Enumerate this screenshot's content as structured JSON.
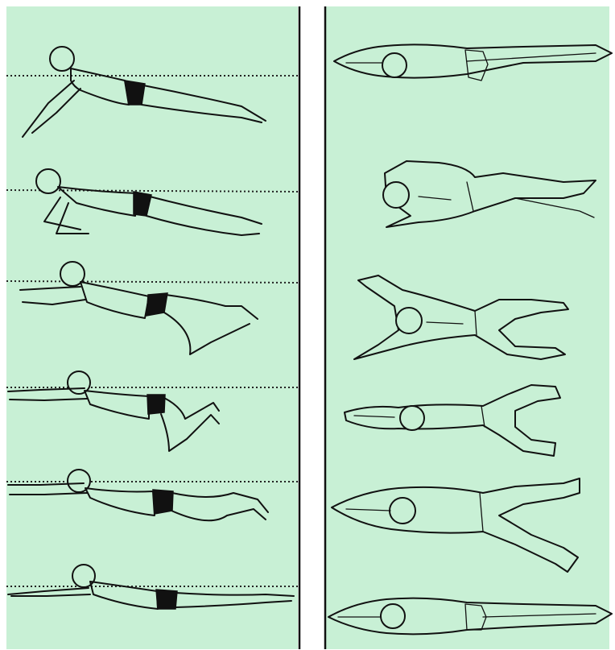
{
  "figure": {
    "background": "#c8f0d5",
    "ink": "#111111",
    "panels": [
      {
        "name": "side-view",
        "phases": 6
      },
      {
        "name": "top-view",
        "phases": 6
      }
    ]
  }
}
